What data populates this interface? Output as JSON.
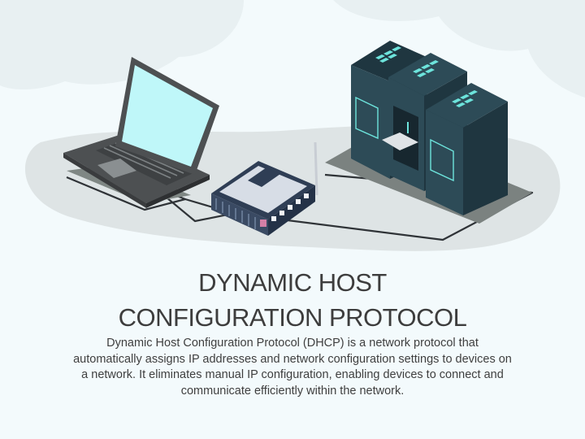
{
  "title": {
    "line1": "DYNAMIC HOST",
    "line2": "CONFIGURATION PROTOCOL"
  },
  "description": "Dynamic Host Configuration Protocol (DHCP) is a network protocol that automatically assigns IP addresses and network configuration settings to devices on a network. It eliminates manual IP configuration, enabling devices to connect and communicate efficiently within the network.",
  "colors": {
    "background": "#f3fafc",
    "cloud": "#e7eff1",
    "ground": "#dde3e4",
    "shadow": "#7f8784",
    "cable": "#2f3337",
    "laptop_body": "#4d5052",
    "laptop_screen": "#bff7f9",
    "router_body": "#2f3e55",
    "router_top": "#d7dde6",
    "server_body": "#2d4b57",
    "server_side": "#1f3640",
    "server_accent": "#6de4dc",
    "title_text": "#3d3d3d",
    "body_text": "#3f3f3f"
  },
  "icons": [
    "laptop-icon",
    "router-icon",
    "server-rack-icon"
  ]
}
